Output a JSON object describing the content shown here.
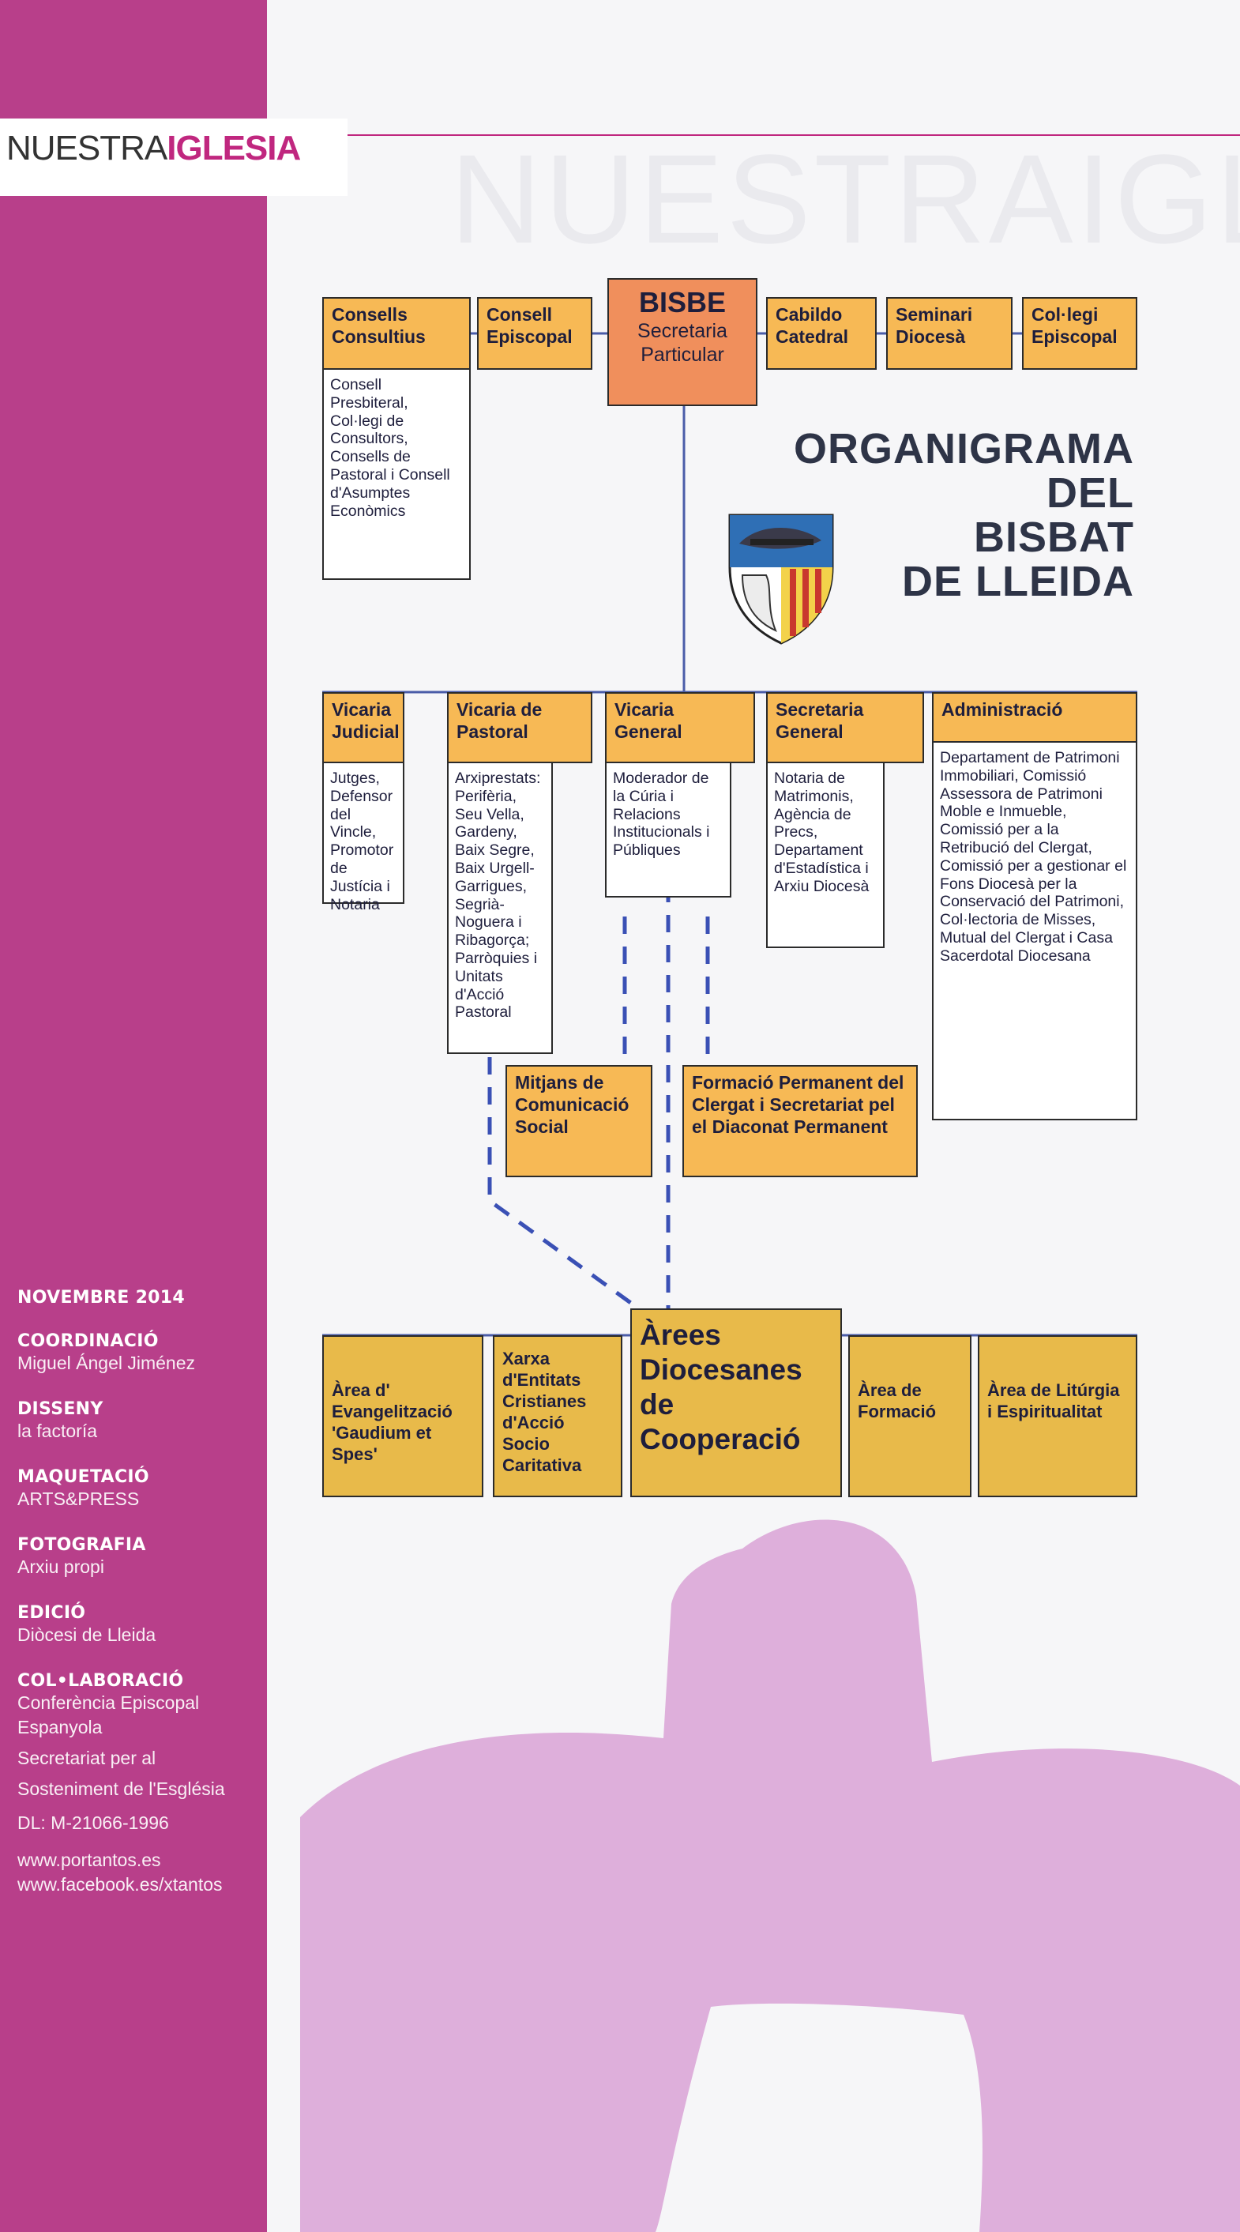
{
  "header": {
    "logo_thin": "NUESTRA",
    "logo_bold": "IGLESIA",
    "ghost_text": "NUESTRAIGLESIA"
  },
  "sidebar": {
    "date": "NOVEMBRE 2014",
    "credits": [
      {
        "heading": "COORDINACIÓ",
        "lines": [
          "Miguel Ángel Jiménez"
        ]
      },
      {
        "heading": "DISSENY",
        "lines": [
          "la factoría"
        ]
      },
      {
        "heading": "MAQUETACIÓ",
        "lines": [
          "ARTS&PRESS"
        ]
      },
      {
        "heading": "FOTOGRAFIA",
        "lines": [
          "Arxiu propi"
        ]
      },
      {
        "heading": "EDICIÓ",
        "lines": [
          "Diòcesi de Lleida"
        ]
      },
      {
        "heading": "COL•LABORACIÓ",
        "lines": [
          "Conferència Episcopal",
          "Espanyola",
          "Secretariat per al",
          "Sosteniment de l'Església"
        ]
      }
    ],
    "dl": "DL: M-21066-1996",
    "web1": "www.portantos.es",
    "web2": "www.facebook.es/xtantos"
  },
  "chart_title": [
    "ORGANIGRAMA",
    "DEL",
    "BISBAT",
    "DE LLEIDA"
  ],
  "top_row": {
    "consells": {
      "label": "Consells Consultius",
      "detail": "Consell Presbiteral, Col·legi de Consultors, Consells de Pastoral i Consell d'Asumptes Econòmics"
    },
    "consell_episcopal": "Consell Episcopal",
    "bisbe": {
      "title": "BISBE",
      "subtitle": "Secretaria Particular"
    },
    "cabildo": "Cabildo Catedral",
    "seminari": "Seminari Diocesà",
    "collegi": "Col·legi Episcopal"
  },
  "mid_row": {
    "judicial": {
      "label": "Vicaria Judicial",
      "detail": "Jutges, Defensor del Vincle, Promotor de Justícia i Notaria"
    },
    "pastoral": {
      "label": "Vicaria de Pastoral",
      "detail": "Arxiprestats: Perifèria, Seu Vella, Gardeny, Baix Segre, Baix Urgell-Garrigues, Segrià-Noguera i Ribagorça; Parròquies i Unitats d'Acció Pastoral"
    },
    "general": {
      "label": "Vicaria General",
      "detail": "Moderador de la Cúria i Relacions Institucionals i Públiques"
    },
    "secretaria": {
      "label": "Secretaria General",
      "detail": "Notaria de Matrimonis, Agència de Precs, Departament d'Estadística i Arxiu Diocesà"
    },
    "administracio": {
      "label": "Administració",
      "detail": "Departament de Patrimoni Immobiliari, Comissió Assessora de Patrimoni Moble e Inmueble, Comissió per a la Retribució del Clergat, Comissió per a gestionar el Fons Diocesà per la Conservació del Patrimoni, Col·lectoria de Misses, Mutual del Clergat i Casa Sacerdotal Diocesana"
    }
  },
  "lower": {
    "mitjans": "Mitjans de Comunicació Social",
    "formacio": "Formació Permanent del Clergat i Secretariat pel el Diaconat Permanent"
  },
  "bottom_row": {
    "evangelitzacio": "Àrea d' Evangelització 'Gaudium et Spes'",
    "xarxa": "Xarxa d'Entitats Cristianes d'Acció Socio Caritativa",
    "arees": "Àrees Diocesanes de Cooperació",
    "formacio": "Àrea de Formació",
    "liturgia": "Àrea de Litúrgia i Espiritualitat"
  },
  "colors": {
    "magenta": "#b83f8a",
    "orange": "#f7b955",
    "salmon": "#f08f5c",
    "gold": "#e8ba4a",
    "line": "#4a5ca8"
  }
}
